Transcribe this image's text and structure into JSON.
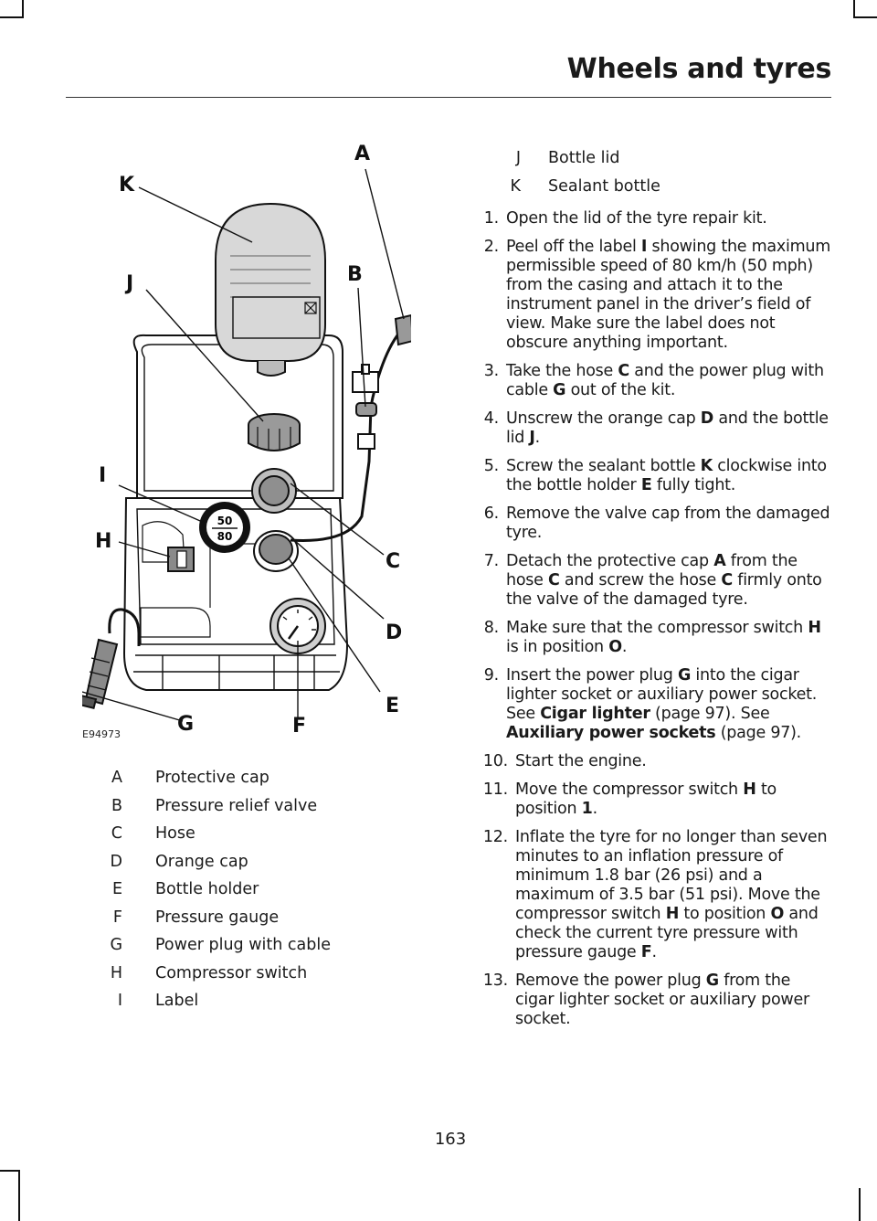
{
  "header": {
    "title": "Wheels and tyres"
  },
  "figure": {
    "id": "E94973",
    "callouts": [
      "A",
      "B",
      "C",
      "D",
      "E",
      "F",
      "G",
      "H",
      "I",
      "J",
      "K"
    ],
    "label_badge": [
      "50",
      "80"
    ]
  },
  "legend": [
    {
      "key": "A",
      "text": "Protective cap"
    },
    {
      "key": "B",
      "text": "Pressure relief valve"
    },
    {
      "key": "C",
      "text": "Hose"
    },
    {
      "key": "D",
      "text": "Orange cap"
    },
    {
      "key": "E",
      "text": "Bottle holder"
    },
    {
      "key": "F",
      "text": "Pressure gauge"
    },
    {
      "key": "G",
      "text": "Power plug with cable"
    },
    {
      "key": "H",
      "text": "Compressor switch"
    },
    {
      "key": "I",
      "text": "Label"
    },
    {
      "key": "J",
      "text": "Bottle lid"
    },
    {
      "key": "K",
      "text": "Sealant bottle"
    }
  ],
  "steps": [
    {
      "n": "1.",
      "parts": [
        {
          "t": "Open the lid of the tyre repair kit."
        }
      ]
    },
    {
      "n": "2.",
      "parts": [
        {
          "t": "Peel off the label "
        },
        {
          "t": "I",
          "b": true
        },
        {
          "t": " showing the maximum permissible speed of 80 km/h (50 mph) from the casing and attach it to the instrument panel in the driver’s field of view. Make sure the label does not obscure anything important."
        }
      ]
    },
    {
      "n": "3.",
      "parts": [
        {
          "t": "Take the hose "
        },
        {
          "t": "C",
          "b": true
        },
        {
          "t": " and the power plug with cable "
        },
        {
          "t": "G",
          "b": true
        },
        {
          "t": " out of the kit."
        }
      ]
    },
    {
      "n": "4.",
      "parts": [
        {
          "t": "Unscrew the orange cap "
        },
        {
          "t": "D",
          "b": true
        },
        {
          "t": " and the bottle lid "
        },
        {
          "t": "J",
          "b": true
        },
        {
          "t": "."
        }
      ]
    },
    {
      "n": "5.",
      "parts": [
        {
          "t": "Screw the sealant bottle "
        },
        {
          "t": "K",
          "b": true
        },
        {
          "t": " clockwise into the bottle holder "
        },
        {
          "t": "E",
          "b": true
        },
        {
          "t": " fully tight."
        }
      ]
    },
    {
      "n": "6.",
      "parts": [
        {
          "t": "Remove the valve cap from the damaged tyre."
        }
      ]
    },
    {
      "n": "7.",
      "parts": [
        {
          "t": "Detach the protective cap "
        },
        {
          "t": "A",
          "b": true
        },
        {
          "t": " from the hose "
        },
        {
          "t": "C",
          "b": true
        },
        {
          "t": " and screw the hose "
        },
        {
          "t": "C",
          "b": true
        },
        {
          "t": " firmly onto the valve of the damaged tyre."
        }
      ]
    },
    {
      "n": "8.",
      "parts": [
        {
          "t": "Make sure that the compressor switch "
        },
        {
          "t": "H",
          "b": true
        },
        {
          "t": " is in position "
        },
        {
          "t": "O",
          "b": true
        },
        {
          "t": "."
        }
      ]
    },
    {
      "n": "9.",
      "parts": [
        {
          "t": "Insert the power plug "
        },
        {
          "t": "G",
          "b": true
        },
        {
          "t": " into the cigar lighter socket or auxiliary power socket.  See "
        },
        {
          "t": "Cigar lighter",
          "b": true
        },
        {
          "t": " (page 97). See "
        },
        {
          "t": "Auxiliary power sockets",
          "b": true
        },
        {
          "t": " (page 97)."
        }
      ]
    },
    {
      "n": "10.",
      "parts": [
        {
          "t": "Start the engine."
        }
      ]
    },
    {
      "n": "11.",
      "parts": [
        {
          "t": "Move the compressor switch "
        },
        {
          "t": "H",
          "b": true
        },
        {
          "t": " to position "
        },
        {
          "t": "1",
          "b": true
        },
        {
          "t": "."
        }
      ]
    },
    {
      "n": "12.",
      "parts": [
        {
          "t": "Inflate the tyre for no longer than seven minutes to an inflation pressure of minimum 1.8 bar (26 psi) and a maximum of 3.5 bar (51 psi). Move the compressor switch "
        },
        {
          "t": "H",
          "b": true
        },
        {
          "t": " to position "
        },
        {
          "t": "O",
          "b": true
        },
        {
          "t": " and check the current tyre pressure with pressure gauge "
        },
        {
          "t": "F",
          "b": true
        },
        {
          "t": "."
        }
      ]
    },
    {
      "n": "13.",
      "parts": [
        {
          "t": "Remove the power plug "
        },
        {
          "t": "G",
          "b": true
        },
        {
          "t": " from the cigar lighter socket or auxiliary power socket."
        }
      ]
    }
  ],
  "footer": {
    "page_number": "163"
  }
}
